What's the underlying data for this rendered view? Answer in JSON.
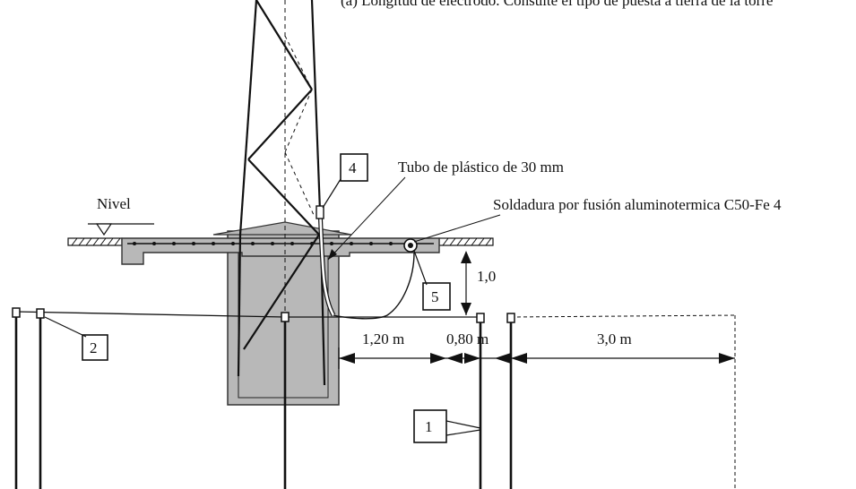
{
  "header_fragment": "(a) Longitud de electrodo. Consulte el tipo de puesta a tierra de la torre",
  "labels": {
    "nivel": "Nivel",
    "tubo": "Tubo de plástico de 30 mm",
    "soldadura": "Soldadura por fusión aluminotermica C50-Fe 4",
    "dim_vertical": "1,0",
    "dim_1": "1,20 m",
    "dim_2": "0,80 m",
    "dim_3": "3,0 m"
  },
  "callouts": {
    "c1": "1",
    "c2": "2",
    "c4": "4",
    "c5": "5"
  },
  "colors": {
    "foundation": "#b8b8b8",
    "line": "#111111"
  }
}
